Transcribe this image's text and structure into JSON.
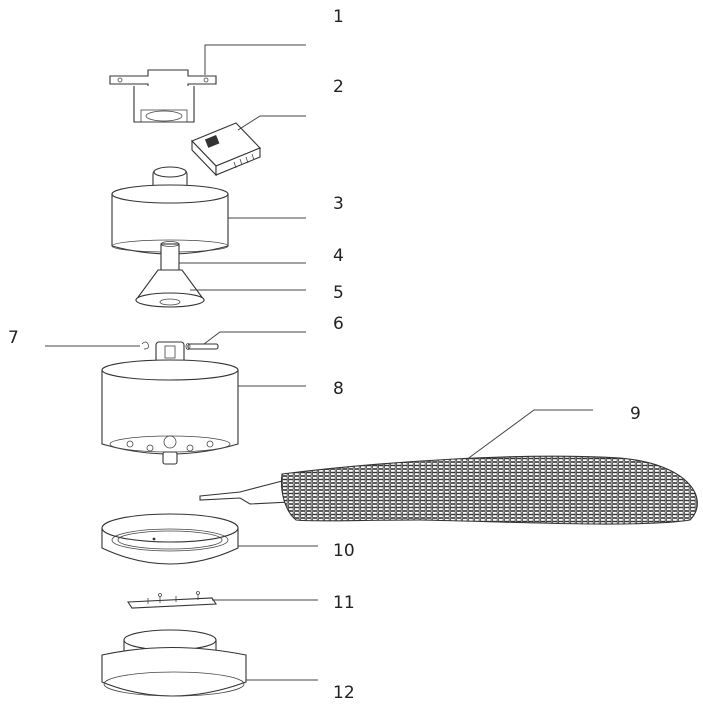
{
  "callouts": [
    {
      "id": "1",
      "label": "1"
    },
    {
      "id": "2",
      "label": "2"
    },
    {
      "id": "3",
      "label": "3"
    },
    {
      "id": "4",
      "label": "4"
    },
    {
      "id": "5",
      "label": "5"
    },
    {
      "id": "6",
      "label": "6"
    },
    {
      "id": "7",
      "label": "7"
    },
    {
      "id": "8",
      "label": "8"
    },
    {
      "id": "9",
      "label": "9"
    },
    {
      "id": "10",
      "label": "10"
    },
    {
      "id": "11",
      "label": "11"
    },
    {
      "id": "12",
      "label": "12"
    }
  ],
  "colors": {
    "stroke": "#333333",
    "background": "#ffffff"
  }
}
